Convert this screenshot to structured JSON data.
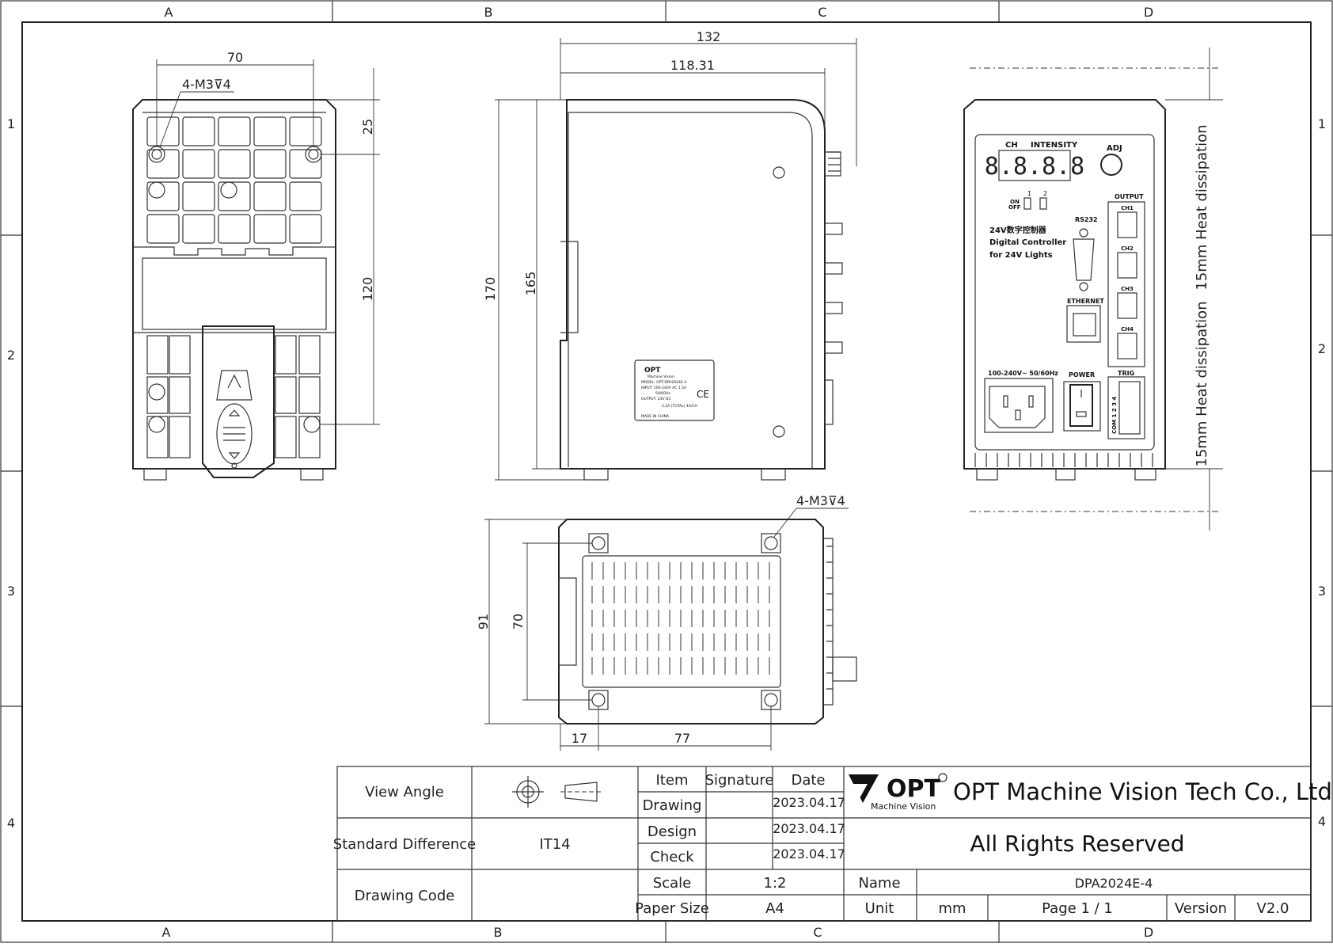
{
  "zones": {
    "columns": [
      "A",
      "B",
      "C",
      "D"
    ],
    "rows": [
      "1",
      "2",
      "3",
      "4"
    ]
  },
  "dimensions": {
    "rear_hole_span": "70",
    "rear_top_offset": "25",
    "rear_hole_pitch": "120",
    "side_total_depth": "132",
    "side_body_depth": "118.31",
    "side_total_height": "170",
    "side_body_height": "165",
    "bottom_depth": "91",
    "bottom_hole_span": "70",
    "bottom_edge_offset": "17",
    "bottom_hole_pitch": "77"
  },
  "callouts": {
    "thread_spec": "4-M3⊽4"
  },
  "label_plate": {
    "brand": "OPT",
    "sub": "Machine Vision",
    "model": "MODEL: OPT-DPA2024E-4",
    "input": "INPUT: 100-240V AC 1.5A",
    "freq": "50/60Hz",
    "output": "OUTPUT: 24V DC",
    "current": "2.2A (TOTAL) 4A/CH",
    "origin": "MADE IN CHINA",
    "ce": "CE"
  },
  "front_panel": {
    "ch_label": "CH",
    "intensity_label": "INTENSITY",
    "display": "8.8.8.8",
    "adj_label": "ADJ",
    "on_label": "ON",
    "off_label": "OFF",
    "switch_1": "1",
    "switch_2": "2",
    "desc_line1": "24V数字控制器",
    "desc_line2": "Digital Controller",
    "desc_line3": "for 24V Lights",
    "rs232_label": "RS232",
    "ethernet_label": "ETHERNET",
    "output_label": "OUTPUT",
    "channels": [
      "CH1",
      "CH2",
      "CH3",
      "CH4"
    ],
    "voltage_label": "100-240V~ 50/60Hz",
    "power_label": "POWER",
    "trig_label": "TRIG",
    "trig_pins": "COM 1 2 3 4",
    "heat_dissipation": "15mm Heat dissipation"
  },
  "company": {
    "logo_text": "OPT",
    "logo_tagline": "Machine Vision",
    "name": "OPT Machine Vision Tech Co., Ltd.",
    "rights": "All Rights Reserved"
  },
  "title_block": {
    "view_angle_label": "View Angle",
    "standard_difference_label": "Standard Difference",
    "standard_difference": "IT14",
    "drawing_code_label": "Drawing Code",
    "item_header": "Item",
    "signature_header": "Signature",
    "date_header": "Date",
    "rows": [
      {
        "item": "Drawing",
        "date": "2023.04.17"
      },
      {
        "item": "Design",
        "date": "2023.04.17"
      },
      {
        "item": "Check",
        "date": "2023.04.17"
      }
    ],
    "scale_label": "Scale",
    "scale": "1:2",
    "paper_size_label": "Paper Size",
    "paper_size": "A4",
    "name_label": "Name",
    "name": "DPA2024E-4",
    "unit_label": "Unit",
    "unit": "mm",
    "page": "Page  1 / 1",
    "version_label": "Version",
    "version": "V2.0"
  }
}
